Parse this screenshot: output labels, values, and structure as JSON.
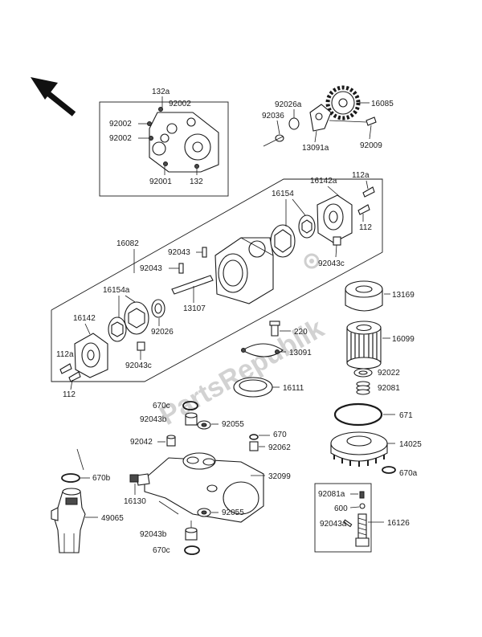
{
  "watermark": "PartsRepublik",
  "direction_arrow_icon": "arrow-up-left-icon",
  "gear_watermark_icon": "gear-icon",
  "labels": {
    "l132a": "132a",
    "l92002a": "92002",
    "l92002b": "92002",
    "l92002c": "92002",
    "l92001": "92001",
    "l132": "132",
    "l92026a": "92026a",
    "l92036": "92036",
    "l16085": "16085",
    "l13091a": "13091a",
    "l92009": "92009",
    "l16142a": "16142a",
    "l112a_top": "112a",
    "l16154": "16154",
    "l112_top": "112",
    "l16082": "16082",
    "l92043_top": "92043",
    "l92043_mid": "92043",
    "l92043c_top": "92043c",
    "l16154a": "16154a",
    "l13107": "13107",
    "l16142": "16142",
    "l92026": "92026",
    "l112a_bot": "112a",
    "l92043c_bot": "92043c",
    "l112_bot": "112",
    "l220": "220",
    "l13091": "13091",
    "l16111": "16111",
    "l13169": "13169",
    "l16099": "16099",
    "l92022": "92022",
    "l92081": "92081",
    "l671": "671",
    "l14025": "14025",
    "l670a": "670a",
    "l670c_top": "670c",
    "l92043b_top": "92043b",
    "l92055_top": "92055",
    "l670": "670",
    "l92062": "92062",
    "l92042": "92042",
    "l32099": "32099",
    "l670b": "670b",
    "l16130": "16130",
    "l49065": "49065",
    "l92055_bot": "92055",
    "l92043b_bot": "92043b",
    "l670c_bot": "670c",
    "l92081a": "92081a",
    "l600": "600",
    "l92043a": "92043a",
    "l16126": "16126"
  }
}
